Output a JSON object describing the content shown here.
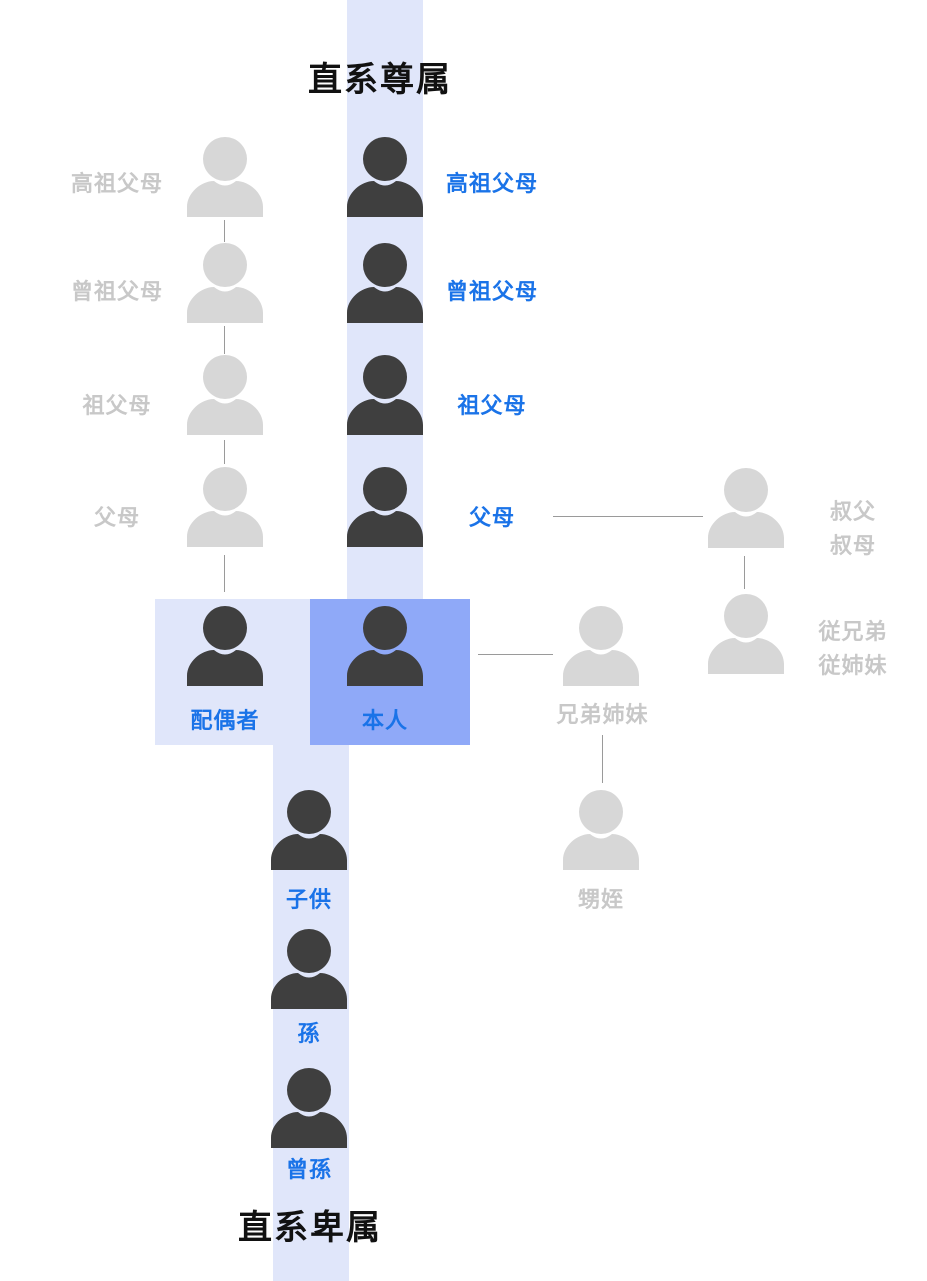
{
  "headings": {
    "ascendants": "直系尊属",
    "descendants": "直系卑属"
  },
  "colors": {
    "band_light": "#e0e6fa",
    "band_self": "#8fa9f8",
    "label_blue": "#1a73e8",
    "label_gray": "#c8c8c8",
    "icon_dark": "#3f3f3f",
    "icon_gray": "#d7d7d7"
  },
  "left_column": {
    "great_great_grandparents": "高祖父母",
    "great_grandparents": "曾祖父母",
    "grandparents": "祖父母",
    "parents": "父母"
  },
  "center_column": {
    "great_great_grandparents": "高祖父母",
    "great_grandparents": "曾祖父母",
    "grandparents": "祖父母",
    "parents": "父母"
  },
  "spouse": "配偶者",
  "self": "本人",
  "descendants": {
    "children": "子供",
    "grandchildren": "孫",
    "great_grandchildren": "曾孫"
  },
  "collateral": {
    "uncle_line1": "叔父",
    "uncle_line2": "叔母",
    "cousin_line1": "従兄弟",
    "cousin_line2": "従姉妹",
    "siblings": "兄弟姉妹",
    "nephews_nieces": "甥姪"
  }
}
